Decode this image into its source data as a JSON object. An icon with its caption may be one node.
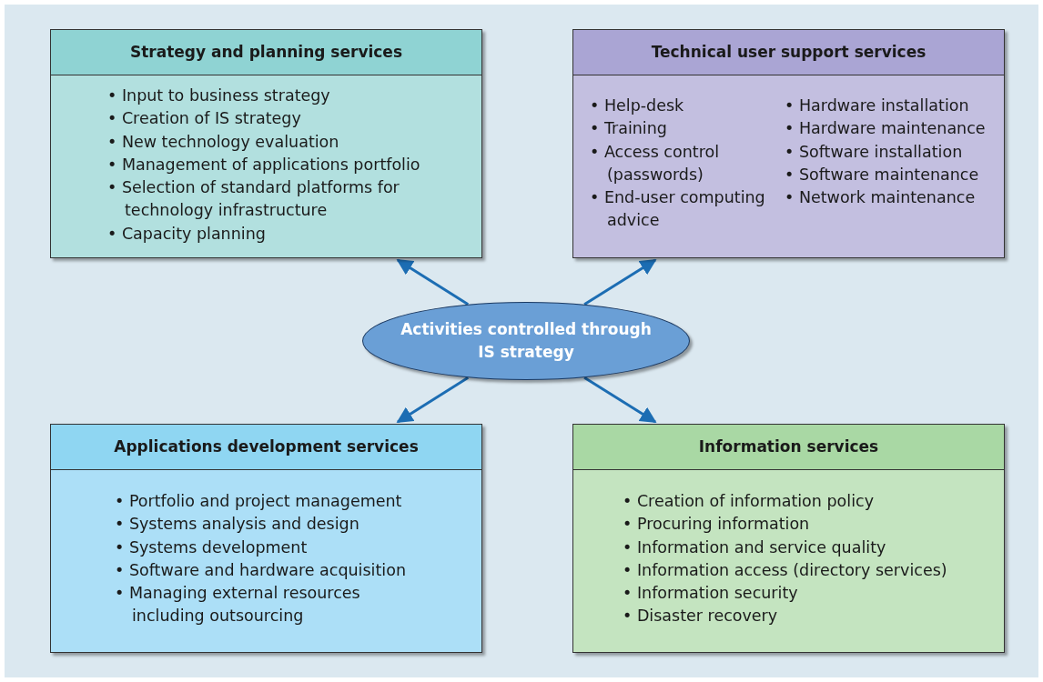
{
  "diagram": {
    "nodes": [
      {
        "text": [
          "Strategy and planning services",
          "• Input to business strategy",
          "• Creation of IS strategy",
          "• New technology evaluation",
          "• Management of applications portfolio",
          "• Selection of standard platforms for technology infrastructure",
          "• Capacity planning"
        ]
      },
      {
        "text": [
          "Technical user support services",
          "• Help-desk",
          "• Training",
          "• Access control (passwords)",
          "• End-user computing advice",
          "• Hardware installation",
          "• Hardware maintenance",
          "• Software installation",
          "• Software maintenance",
          "• Network maintenance"
        ]
      },
      {
        "text": [
          "Activities controlled through IS strategy"
        ]
      },
      {
        "text": [
          "Applications development services",
          "• Portfolio and project management",
          "• Systems analysis and design",
          "• Systems development",
          "• Software and hardware acquisition",
          "• Managing external resources including outsourcing"
        ]
      },
      {
        "text": [
          "Information services",
          "• Creation of information policy",
          "• Procuring information",
          "• Information and service quality",
          "• Information access (directory services)",
          "• Information security",
          "• Disaster recovery"
        ]
      }
    ],
    "edges": [
      {
        "from": 2,
        "to": 0,
        "arrow": "to"
      },
      {
        "from": 2,
        "to": 1,
        "arrow": "to"
      },
      {
        "from": 2,
        "to": 3,
        "arrow": "to"
      },
      {
        "from": 2,
        "to": 4,
        "arrow": "to"
      }
    ]
  }
}
